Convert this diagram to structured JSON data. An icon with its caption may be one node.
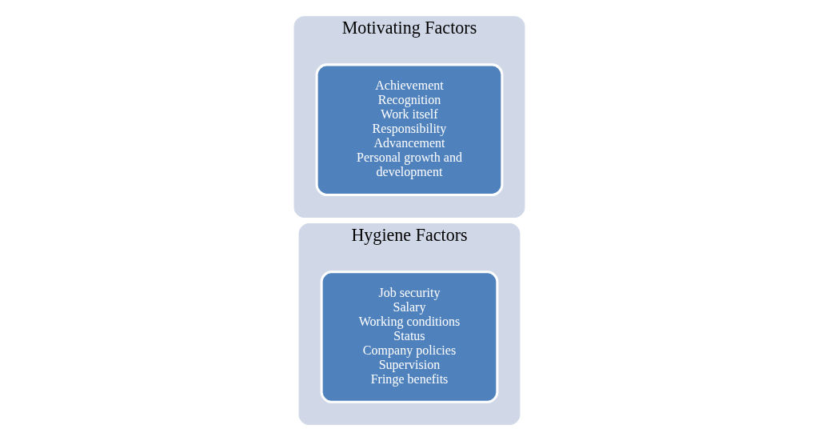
{
  "diagram": {
    "nodes": [
      {
        "text": [
          "Hygiene Factors"
        ]
      },
      {
        "text": [
          "Job security",
          "Salary",
          "Working conditions",
          "Status",
          "Company policies",
          "Supervision",
          "Fringe benefits"
        ],
        "in": 0
      },
      {
        "text": [
          "Motivating Factors"
        ]
      },
      {
        "text": [
          "Achievement",
          "Recognition",
          "Work itself",
          "Responsibility",
          "Advancement",
          "Personal growth and development"
        ],
        "in": 2
      }
    ],
    "edges": []
  }
}
